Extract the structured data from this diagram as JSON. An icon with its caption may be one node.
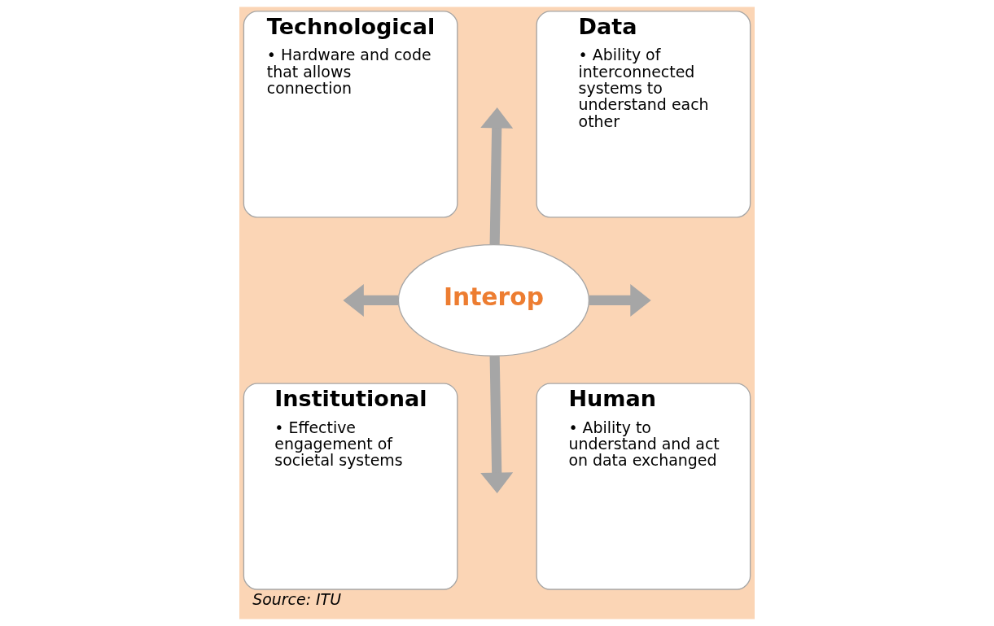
{
  "diagram": {
    "caption": "Source: ITU",
    "nodes": [
      {
        "text": [
          "Technological",
          "• Hardware and code that allows connection"
        ]
      },
      {
        "text": [
          "Data",
          "• Ability of interconnected systems to understand each other"
        ]
      },
      {
        "text": [
          "Interop"
        ]
      },
      {
        "text": [
          "Institutional",
          "• Effective engagement of societal systems"
        ]
      },
      {
        "text": [
          "Human",
          "• Ability to understand and act on data exchanged"
        ]
      }
    ],
    "edges": [
      {
        "from": 2,
        "to": null,
        "arrow": "to"
      },
      {
        "from": 2,
        "to": null,
        "arrow": "to"
      },
      {
        "from": 2,
        "to": null,
        "arrow": "to"
      },
      {
        "from": 2,
        "to": null,
        "arrow": "to"
      }
    ]
  }
}
